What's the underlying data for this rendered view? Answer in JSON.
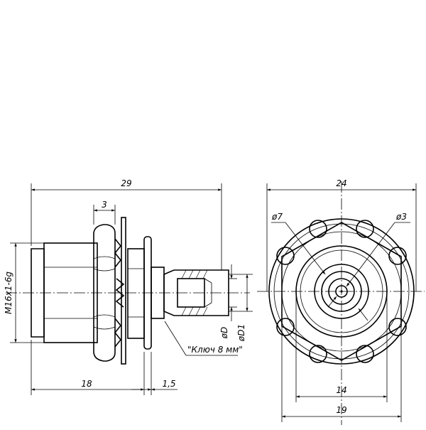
{
  "side_view": {
    "dim_overall_length": "29",
    "dim_nut_width": "3",
    "dim_body_length": "18",
    "dim_flange": "1,5",
    "thread_label": "M16x1-6g",
    "dim_inner": "øD",
    "dim_outer": "øD1",
    "wrench_note": "\"Ключ 8 мм\""
  },
  "front_view": {
    "dim_overall_width": "24",
    "dim_pin_dia_7": "ø7",
    "dim_pin_dia_3": "ø3",
    "dim_hex_flat": "14",
    "dim_flange_width": "19"
  }
}
